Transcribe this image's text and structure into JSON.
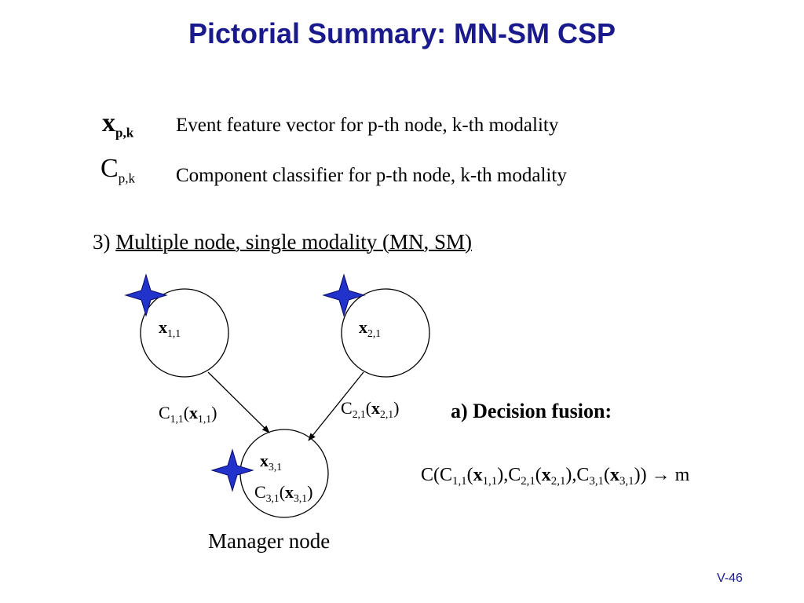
{
  "title": "Pictorial Summary: MN-SM CSP",
  "legend": [
    {
      "symbol": "x",
      "subscript": "p,k",
      "description": "Event feature vector for p-th node, k-th modality"
    },
    {
      "symbol": "C",
      "subscript": "p,k",
      "description": "Component classifier for p-th node, k-th modality"
    }
  ],
  "section": {
    "number": "3)",
    "label": "Multiple node, single modality (MN, SM)"
  },
  "nodes": [
    {
      "label": "x",
      "subscript": "1,1"
    },
    {
      "label": "x",
      "subscript": "2,1"
    },
    {
      "label": "x",
      "subscript": "3,1",
      "classifier": {
        "c": "C",
        "c_sub": "3,1",
        "x": "x",
        "x_sub": "3,1"
      }
    }
  ],
  "edges": [
    {
      "c": "C",
      "c_sub": "1,1",
      "x": "x",
      "x_sub": "1,1"
    },
    {
      "c": "C",
      "c_sub": "2,1",
      "x": "x",
      "x_sub": "2,1"
    }
  ],
  "fusion": {
    "title": "a) Decision fusion:",
    "eq_prefix": "C(C",
    "terms": [
      {
        "c_sub": "1,1",
        "x": "x",
        "x_sub": "1,1"
      },
      {
        "c_sub": "2,1",
        "x": "x",
        "x_sub": "2,1"
      },
      {
        "c_sub": "3,1",
        "x": "x",
        "x_sub": "3,1"
      }
    ],
    "arrow": "→",
    "result": "m"
  },
  "manager_label": "Manager node",
  "page_number": "V-46",
  "colors": {
    "title": "#1a1a8c",
    "star_fill": "#2233cc",
    "star_stroke": "#0a0a66",
    "line": "#000000"
  },
  "icons": {
    "node_marker": "four-point-star-icon"
  }
}
